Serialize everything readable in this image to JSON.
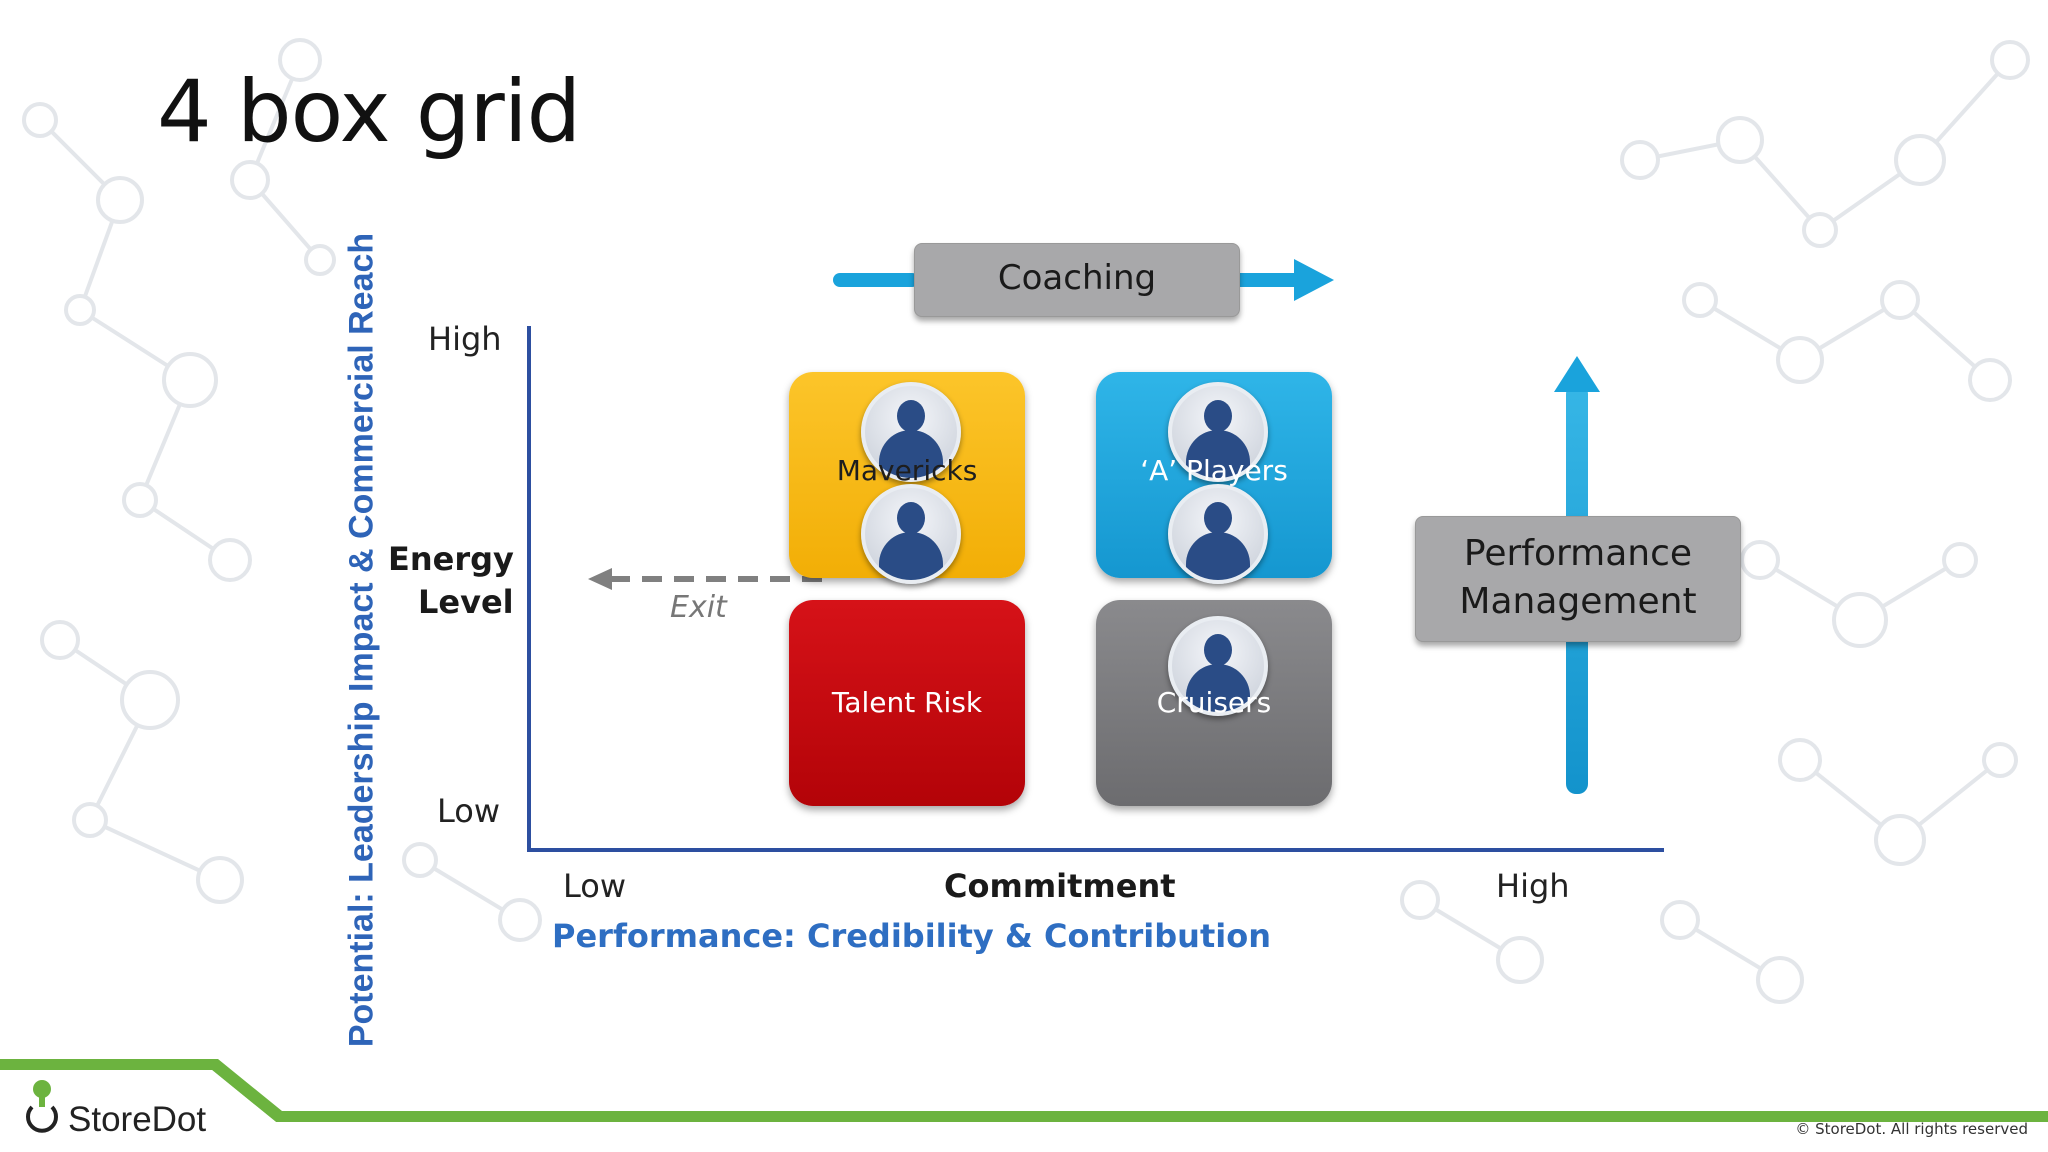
{
  "slide": {
    "title": "4 box grid"
  },
  "diagram": {
    "y_axis_title": "Potential: Leadership Impact & Commercial Reach",
    "y_high": "High",
    "y_low": "Low",
    "y_mid_line1": "Energy",
    "y_mid_line2": "Level",
    "x_low": "Low",
    "x_high": "High",
    "x_mid": "Commitment",
    "x_axis_title": "Performance:  Credibility  & Contribution",
    "coaching_label": "Coaching",
    "performance_label_line1": "Performance",
    "performance_label_line2": "Management",
    "exit_label": "Exit",
    "boxes": {
      "mavericks": "Mavericks",
      "a_players": "‘A’ Players",
      "talent_risk": "Talent Risk",
      "cruisers": "Cruisers"
    },
    "colors": {
      "mavericks": "#f7b90f",
      "a_players": "#1aa6de",
      "talent_risk": "#c5070c",
      "cruisers": "#7b7b7e",
      "arrow": "#1aa3dc",
      "axis": "#2d4fa0",
      "footer_green": "#6cb33f"
    }
  },
  "footer": {
    "brand": "StoreDot",
    "copyright": "© StoreDot. All rights reserved"
  }
}
